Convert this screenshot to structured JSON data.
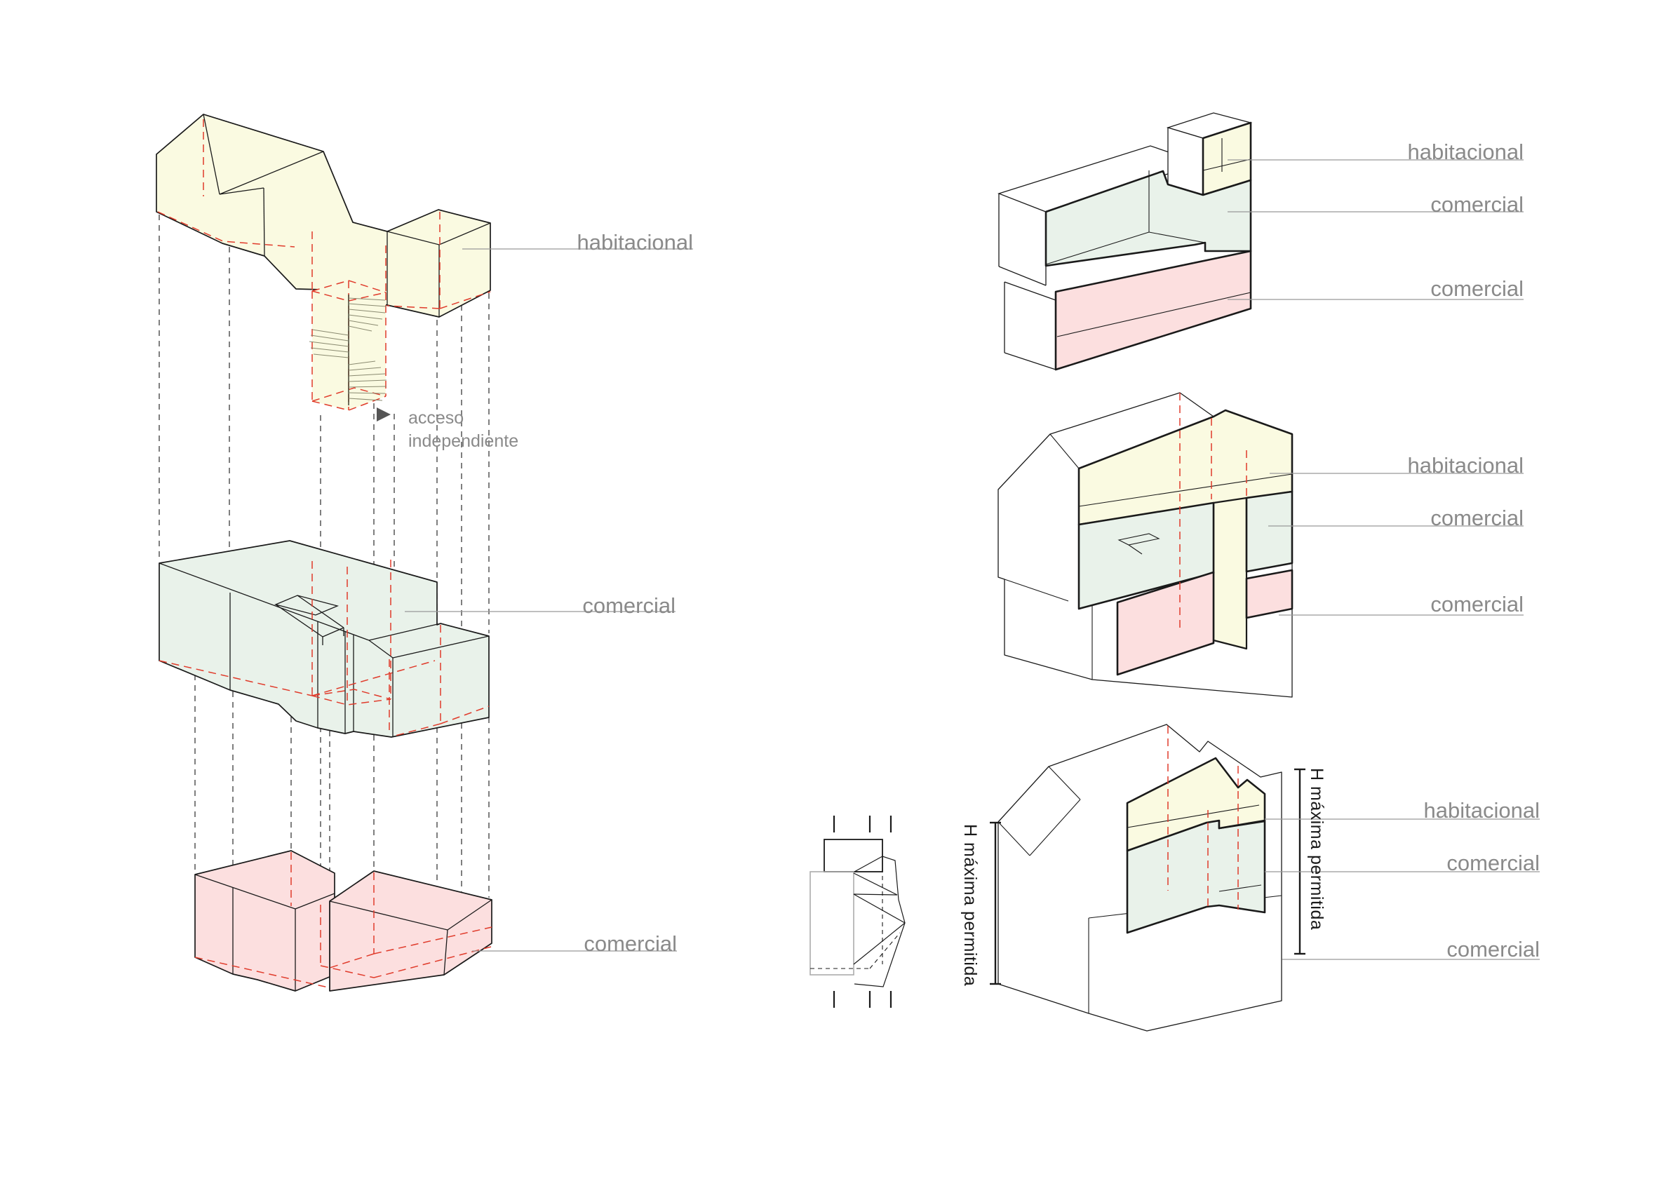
{
  "page": {
    "background": "#ffffff",
    "type": "architecture-axonometric-diagram"
  },
  "colors": {
    "habitacional_fill": "#fafae1",
    "comercial_fill": "#e9f2ea",
    "comercial2_fill": "#fcdfdf",
    "hidden_line_red": "#e03b2b",
    "projection_dash": "#3a3a3a",
    "outline": "#1a1a1a",
    "label_gray": "#8a8a8a",
    "leader_gray": "#999999"
  },
  "left_diagram": {
    "label_habitacional": "habitacional",
    "label_comercial_mid": "comercial",
    "label_comercial_bottom": "comercial",
    "annotation_line1": "acceso",
    "annotation_line2": "independiente"
  },
  "right_top_diagram": {
    "label_habitacional": "habitacional",
    "label_comercial_mid": "comercial",
    "label_comercial_bottom": "comercial"
  },
  "right_middle_diagram": {
    "label_habitacional": "habitacional",
    "label_comercial_mid": "comercial",
    "label_comercial_bottom": "comercial"
  },
  "right_bottom_diagram": {
    "label_habitacional": "habitacional",
    "label_comercial_mid": "comercial",
    "label_comercial_bottom": "comercial",
    "dimension_left": "H máxima permitida",
    "dimension_right": "H máxima permitida"
  }
}
